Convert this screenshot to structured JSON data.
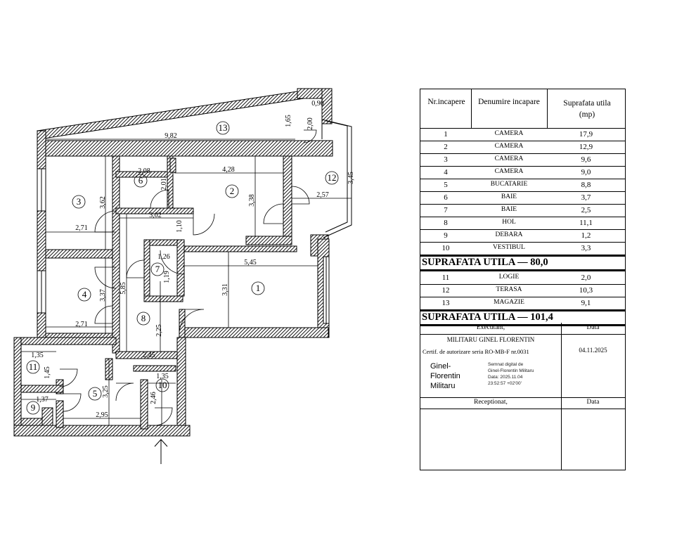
{
  "plan": {
    "rooms": [
      {
        "num": "1"
      },
      {
        "num": "2"
      },
      {
        "num": "3"
      },
      {
        "num": "4"
      },
      {
        "num": "5"
      },
      {
        "num": "6"
      },
      {
        "num": "7"
      },
      {
        "num": "8"
      },
      {
        "num": "9"
      },
      {
        "num": "10"
      },
      {
        "num": "11"
      },
      {
        "num": "12"
      },
      {
        "num": "13"
      }
    ],
    "dimensions": [
      "9,82",
      "0,90",
      "1,65",
      "2,00",
      "3,45",
      "2,57",
      "4,28",
      "2,08",
      "2,01",
      "3,38",
      "3,62",
      "2,71",
      "3,02",
      "1,10",
      "1,26",
      "1,19",
      "5,45",
      "3,31",
      "5,85",
      "3,37",
      "2,71",
      "2,25",
      "2,45",
      "1,35",
      "1,45",
      "3,25",
      "1,35",
      "2,46",
      "1,37",
      "2,95"
    ]
  },
  "table": {
    "headers": {
      "nr": "Nr.incapere",
      "name": "Denumire incapare",
      "area": "Suprafata utila (mp)"
    },
    "rows": [
      {
        "nr": "1",
        "name": "CAMERA",
        "area": "17,9"
      },
      {
        "nr": "2",
        "name": "CAMERA",
        "area": "12,9"
      },
      {
        "nr": "3",
        "name": "CAMERA",
        "area": "9,6"
      },
      {
        "nr": "4",
        "name": "CAMERA",
        "area": "9,0"
      },
      {
        "nr": "5",
        "name": "BUCATARIE",
        "area": "8,8"
      },
      {
        "nr": "6",
        "name": "BAIE",
        "area": "3,7"
      },
      {
        "nr": "7",
        "name": "BAIE",
        "area": "2,5"
      },
      {
        "nr": "8",
        "name": "HOL",
        "area": "11,1"
      },
      {
        "nr": "9",
        "name": "DEBARA",
        "area": "1,2"
      },
      {
        "nr": "10",
        "name": "VESTIBUL",
        "area": "3,3"
      }
    ],
    "total1": "SUPRAFATA UTILA — 80,0",
    "rows2": [
      {
        "nr": "11",
        "name": "LOGIE",
        "area": "2,0"
      },
      {
        "nr": "12",
        "name": "TERASA",
        "area": "10,3"
      },
      {
        "nr": "13",
        "name": "MAGAZIE",
        "area": "9,1"
      }
    ],
    "total2": "SUPRAFATA UTILA — 101,4",
    "executant_label": "Executant,",
    "executant_name": "MILITARU GINEL FLORENTIN",
    "certificate": "Certif. de autorizare seria RO-MB-F nr.0031",
    "signer_name_lines": [
      "Ginel-",
      "Florentin",
      "Militaru"
    ],
    "signature_lines": [
      "Semnat digital de",
      "Ginel-Florentin Militaru",
      "Data: 2025.11.04",
      "23:52:57 +02'00'"
    ],
    "data_label": "Data",
    "data_value": "04.11.2025",
    "receptionat_label": "Receptionat,",
    "data_label2": "Data"
  }
}
